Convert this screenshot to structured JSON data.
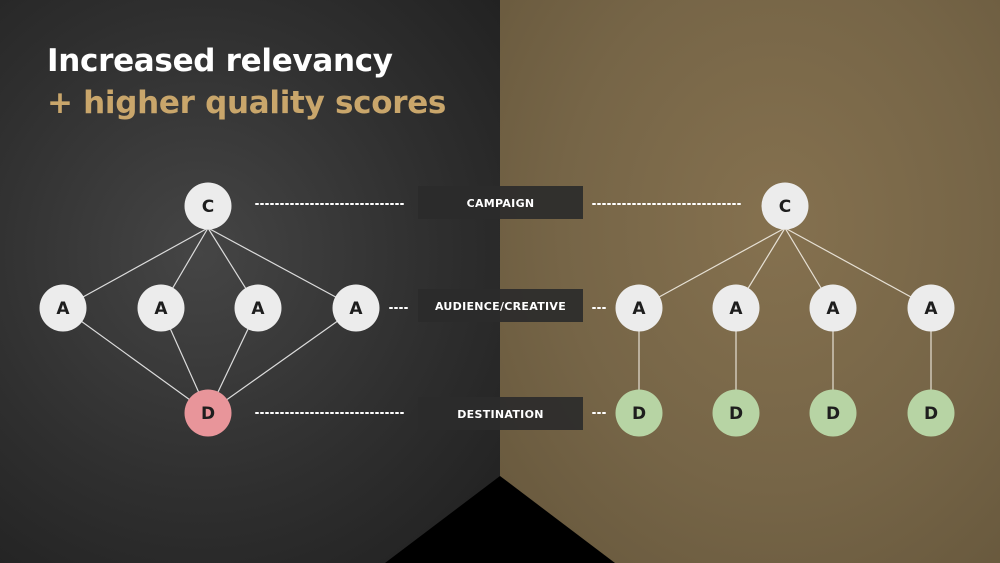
{
  "title": {
    "line1": "Increased relevancy",
    "line2": "+ higher quality scores"
  },
  "levels": {
    "campaign": "CAMPAIGN",
    "audience": "AUDIENCE/CREATIVE",
    "destination": "DESTINATION"
  },
  "node_letters": {
    "campaign": "C",
    "audience": "A",
    "destination": "D"
  },
  "colors": {
    "accent_gold": "#c9a66b",
    "node_default": "#ececec",
    "destination_bad": "#e8959a",
    "destination_good": "#b7d4a4",
    "left_panel": "#333333",
    "right_panel": "#776648",
    "label_box": "#2b2b2b"
  },
  "diagram": {
    "left": {
      "campaign": "C",
      "audiences": [
        "A",
        "A",
        "A",
        "A"
      ],
      "destinations": [
        "D"
      ]
    },
    "right": {
      "campaign": "C",
      "audiences": [
        "A",
        "A",
        "A",
        "A"
      ],
      "destinations": [
        "D",
        "D",
        "D",
        "D"
      ]
    }
  }
}
